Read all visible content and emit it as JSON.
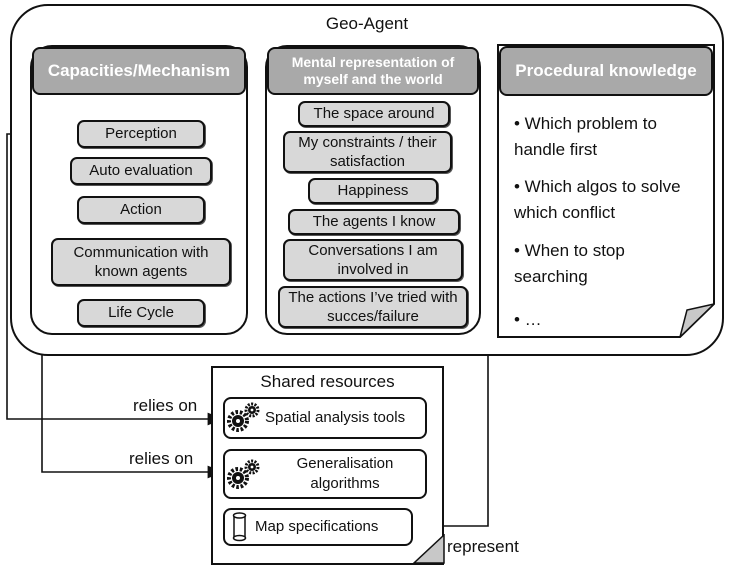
{
  "title": "Geo-Agent",
  "capacities": {
    "header": "Capacities/Mechanism",
    "items": [
      "Perception",
      "Auto evaluation",
      "Action",
      "Communication with known agents",
      "Life Cycle"
    ]
  },
  "mental": {
    "header": "Mental representation of myself and the world",
    "items": [
      "The space around",
      "My constraints / their satisfaction",
      "Happiness",
      "The agents I know",
      "Conversations I am involved in",
      "The actions I’ve tried with succes/failure"
    ]
  },
  "procedural": {
    "header": "Procedural knowledge",
    "bullets": [
      "• Which problem to handle first",
      "•  Which algos to solve which conflict",
      "• When to stop searching",
      "• …"
    ]
  },
  "shared": {
    "title": "Shared resources",
    "items": [
      {
        "label": "Spatial analysis tools",
        "icon": "gears-icon"
      },
      {
        "label": "Generalisation algorithms",
        "icon": "gears-icon"
      },
      {
        "label": "Map specifications",
        "icon": "scroll-icon"
      }
    ]
  },
  "relations": {
    "relies_on_1": "relies on",
    "relies_on_2": "relies on",
    "represent": "represent"
  }
}
